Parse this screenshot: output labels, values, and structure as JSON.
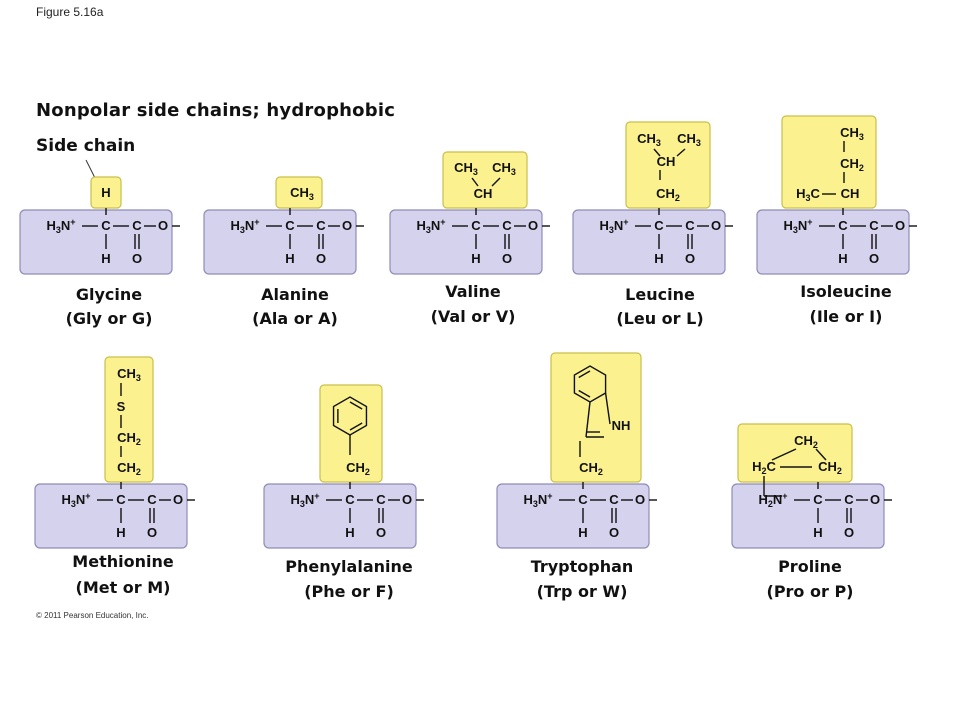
{
  "figure_label": "Figure 5.16a",
  "heading": "Nonpolar side chains; hydrophobic",
  "side_chain_label": "Side chain",
  "copyright": "© 2011 Pearson Education, Inc.",
  "colors": {
    "backbone_fill": "#d4d2ec",
    "backbone_stroke": "#8f8cb8",
    "sidechain_fill": "#fbf28f",
    "sidechain_stroke": "#c9bf4c"
  },
  "amino_acids": [
    {
      "name": "Glycine",
      "abbr": "(Gly or G)"
    },
    {
      "name": "Alanine",
      "abbr": "(Ala or A)"
    },
    {
      "name": "Valine",
      "abbr": "(Val or V)"
    },
    {
      "name": "Leucine",
      "abbr": "(Leu or L)"
    },
    {
      "name": "Isoleucine",
      "abbr": "(Ile or I)"
    },
    {
      "name": "Methionine",
      "abbr": "(Met or M)"
    },
    {
      "name": "Phenylalanine",
      "abbr": "(Phe or F)"
    },
    {
      "name": "Tryptophan",
      "abbr": "(Trp or W)"
    },
    {
      "name": "Proline",
      "abbr": "(Pro or P)"
    }
  ]
}
